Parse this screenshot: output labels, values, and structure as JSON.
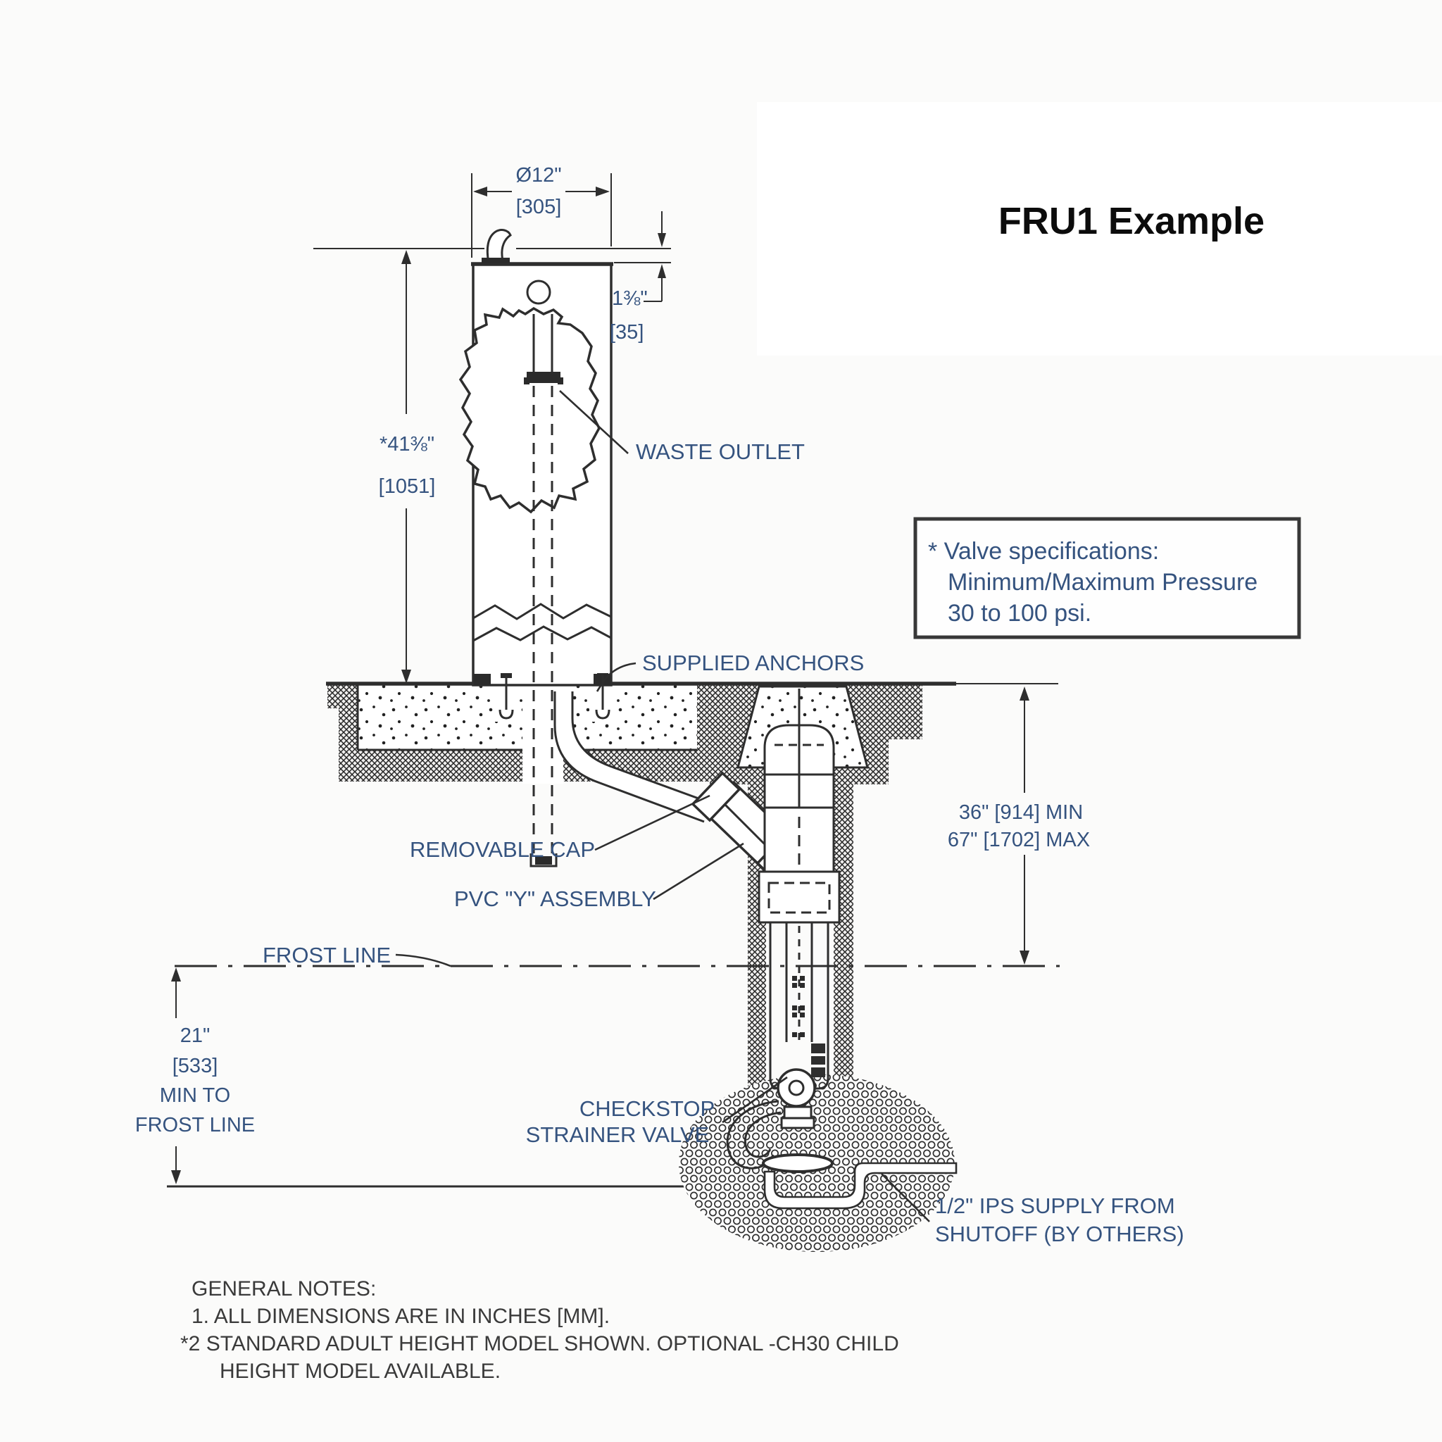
{
  "title": "FRU1 Example",
  "labels": {
    "waste_outlet": "WASTE OUTLET",
    "supplied_anchors": "SUPPLIED ANCHORS",
    "removable_cap": "REMOVABLE CAP",
    "pvc_y_assembly": "PVC \"Y\" ASSEMBLY",
    "frost_line": "FROST LINE",
    "checkstop_1": "CHECKSTOP",
    "checkstop_2": "STRAINER VALVE",
    "supply_1": "1/2\" IPS SUPPLY FROM",
    "supply_2": "SHUTOFF (BY OTHERS)"
  },
  "dimensions": {
    "diameter_in": "Ø12\"",
    "diameter_mm": "[305]",
    "bubbler_in": "1⅜\"",
    "bubbler_mm": "[35]",
    "height_in": "*41⅜\"",
    "height_mm": "[1051]",
    "bury_min": "36\" [914] MIN",
    "bury_max": "67\" [1702] MAX",
    "frost_in": "21\"",
    "frost_mm": "[533]",
    "frost_l3": "MIN TO",
    "frost_l4": "FROST LINE"
  },
  "valve_note": {
    "line1": "* Valve specifications:",
    "line2": "Minimum/Maximum Pressure",
    "line3": "30 to 100 psi."
  },
  "general_notes": {
    "heading": "GENERAL NOTES:",
    "note1": "1. ALL DIMENSIONS ARE IN INCHES [MM].",
    "note2": "*2 STANDARD ADULT HEIGHT MODEL SHOWN. OPTIONAL -CH30 CHILD",
    "note2b": "HEIGHT MODEL AVAILABLE."
  },
  "colors": {
    "label_text": "#35537f",
    "line_work": "#2e2e2e",
    "notes_text": "#3a3a3a",
    "title_text": "#0c0c0c"
  }
}
